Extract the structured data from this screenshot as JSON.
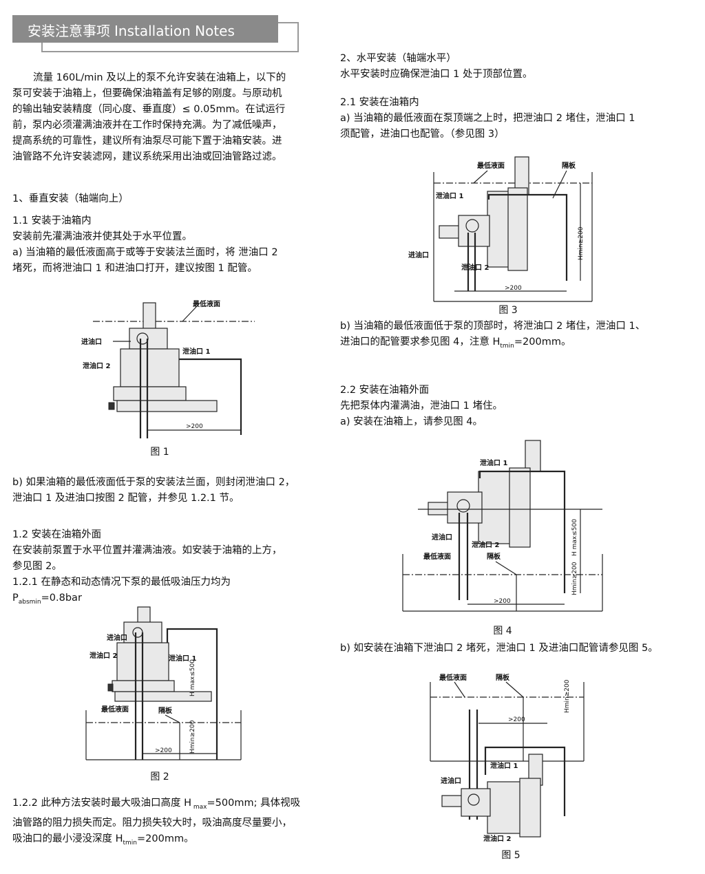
{
  "header": {
    "title_cn": "安装注意事项",
    "title_en": "Installation Notes"
  },
  "left": {
    "intro": [
      "流量 160L/min 及以上的泵不允许安装在油箱上，以下的",
      "泵可安装于油箱上，但要确保油箱盖有足够的刚度。与原动机",
      "的输出轴安装精度（同心度、垂直度）≤ 0.05mm。在试运行",
      "前，泵内必须灌满油液并在工作时保持充满。为了减低噪声，",
      "提高系统的可靠性，建议所有油泵尽可能下置于油箱安装。进",
      "油管路不允许安装滤网，建议系统采用出油或回油管路过滤。"
    ],
    "s1_title": "1、垂直安装（轴端向上）",
    "s11_title": "1.1 安装于油箱内",
    "s11_lines": [
      "安装前先灌满油液并使其处于水平位置。",
      "a) 当油箱的最低液面高于或等于安装法兰面时，将 泄油口 2",
      "堵死，而将泄油口 1 和进油口打开，建议按图 1 配管。"
    ],
    "b_lines": [
      "b) 如果油箱的最低液面低于泵的安装法兰面，则封闭泄油口 2，",
      "泄油口 1 及进油口按图 2 配管，并参见 1.2.1 节。"
    ],
    "s12_title": "1.2 安装在油箱外面",
    "s12_lines": [
      "在安装前泵置于水平位置并灌满油液。如安装于油箱的上方，",
      "参见图 2。",
      "1.2.1 在静态和动态情况下泵的最低吸油压力均为"
    ],
    "p_abs": {
      "prefix": "P",
      "sub": "absmin",
      "suffix": "=0.8bar"
    },
    "s122_line1": {
      "a": "1.2.2 此种方法安装时最大吸油口高度 H",
      "sub": " max",
      "b": "=500mm; 具体视吸"
    },
    "s122_line2": "油管路的阻力损失而定。阻力损失较大时，吸油高度尽量要小，",
    "s122_line3": {
      "a": "吸油口的最小浸没深度 H",
      "sub": "tmin",
      "b": "=200mm。"
    }
  },
  "right": {
    "s2_title": "2、水平安装（轴端水平）",
    "s2_line": "水平安装时应确保泄油口 1 处于顶部位置。",
    "s21_title": "2.1 安装在油箱内",
    "s21_lines": [
      "a) 当油箱的最低液面在泵顶端之上时，把泄油口 2 堵住，泄油口 1",
      "须配管，进油口也配管。（参见图 3）"
    ],
    "b21_line1": "b) 当油箱的最低液面低于泵的顶部时，将泄油口 2 堵住，泄油口 1、",
    "b21_line2": {
      "a": "进油口的配管要求参见图 4，注意 H",
      "sub": "tmin",
      "b": "=200mm。"
    },
    "s22_title": "2.2 安装在油箱外面",
    "s22_lines": [
      "先把泵体内灌满油，泄油口 1 堵住。",
      "a) 安装在油箱上，请参见图 4。"
    ],
    "b22_line": "b) 如安装在油箱下泄油口 2 堵死，泄油口 1 及进油口配管请参见图 5。"
  },
  "figures": {
    "fig1": {
      "caption": "图 1",
      "labels": {
        "lowest_level": "最低液面",
        "inlet": "进油口",
        "drain1": "泄油口 1",
        "drain2": "泄油口 2",
        "dim": ">200"
      }
    },
    "fig2": {
      "caption": "图 2",
      "labels": {
        "inlet": "进油口",
        "drain2": "泄油口 2",
        "drain1": "泄油口 1",
        "lowest_level": "最低液面",
        "baffle": "隔板",
        "hmax": "H max≤500",
        "hmin": "Hmin≥200",
        "dim": ">200"
      }
    },
    "fig3": {
      "caption": "图 3",
      "labels": {
        "lowest_level": "最低液面",
        "baffle": "隔板",
        "drain1": "泄油口 1",
        "drain2": "泄油口 2",
        "inlet": "进油口",
        "hmin": "Hmin≥200",
        "dim": ">200"
      }
    },
    "fig4": {
      "caption": "图 4",
      "labels": {
        "drain1": "泄油口 1",
        "inlet": "进油口",
        "drain2": "泄油口 2",
        "lowest_level": "最低液面",
        "baffle": "隔板",
        "hmax": "H max≤500",
        "hmin": "Hmin≥200",
        "dim": ">200"
      }
    },
    "fig5": {
      "caption": "图 5",
      "labels": {
        "lowest_level": "最低液面",
        "baffle": "隔板",
        "hmin": "Hmin≥200",
        "dim": ">200",
        "drain1": "泄油口 1",
        "inlet": "进油口",
        "drain2": "泄油口 2"
      }
    }
  }
}
